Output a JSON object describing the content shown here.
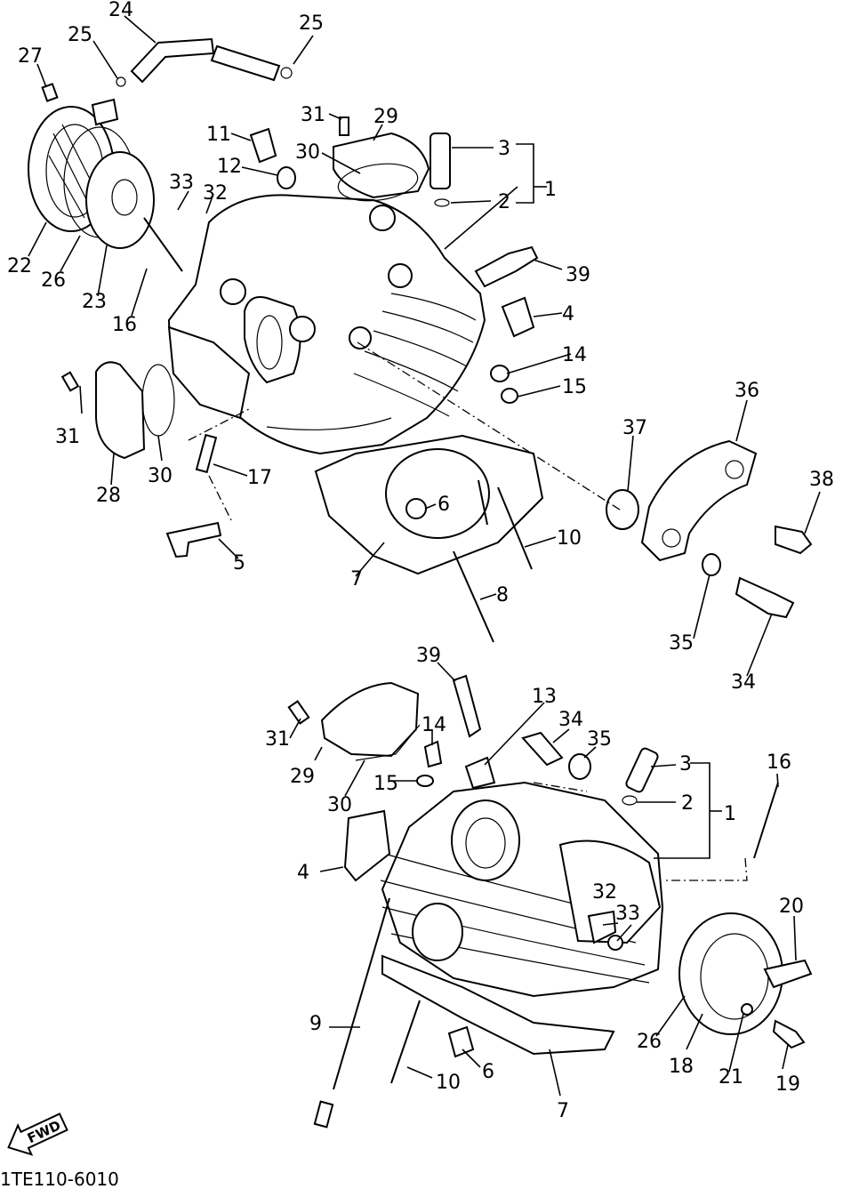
{
  "callouts_upper": [
    "24",
    "25",
    "25",
    "27",
    "31",
    "29",
    "11",
    "30",
    "3",
    "12",
    "2",
    "1",
    "33",
    "32",
    "22",
    "26",
    "23",
    "39",
    "16",
    "4",
    "14",
    "31",
    "15",
    "36",
    "30",
    "17",
    "28",
    "37",
    "38",
    "6",
    "10",
    "5",
    "7",
    "8",
    "35",
    "34"
  ],
  "callouts_lower": [
    "39",
    "13",
    "34",
    "31",
    "14",
    "35",
    "3",
    "16",
    "29",
    "15",
    "2",
    "30",
    "1",
    "4",
    "32",
    "33",
    "20",
    "9",
    "26",
    "18",
    "6",
    "10",
    "21",
    "19",
    "7"
  ],
  "diagram_code": "1TE110-6010",
  "fwd_label": "FWD"
}
